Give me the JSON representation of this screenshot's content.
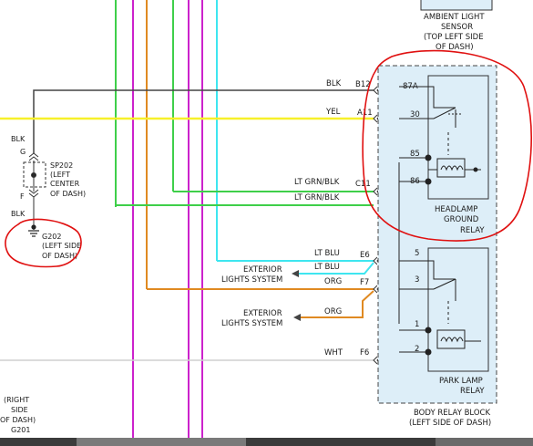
{
  "ambient_sensor": {
    "line1": "AMBIENT LIGHT",
    "line2": "SENSOR",
    "line3": "(TOP LEFT SIDE",
    "line4": "OF DASH)"
  },
  "splice": {
    "wire_top": "BLK",
    "pin_top": "G",
    "pin_bottom": "F",
    "wire_bottom": "BLK",
    "line1": "SP202",
    "line2": "(LEFT",
    "line3": "CENTER",
    "line4": "OF DASH)"
  },
  "ground_g202": {
    "line1": "G202",
    "line2": "(LEFT SIDE",
    "line3": "OF DASH)"
  },
  "ground_g201": {
    "line1": "(RIGHT",
    "line2": "SIDE",
    "line3": "OF DASH)",
    "line4": "G201"
  },
  "wires": {
    "blk": "BLK",
    "yel": "YEL",
    "lt_grn_blk_1": "LT GRN/BLK",
    "lt_grn_blk_2": "LT GRN/BLK",
    "lt_blu_1": "LT BLU",
    "lt_blu_2": "LT BLU",
    "org_1": "ORG",
    "org_2": "ORG",
    "wht": "WHT"
  },
  "connectors": {
    "b12": "B12",
    "a11": "A11",
    "c11": "C11",
    "e6": "E6",
    "f7": "F7",
    "f6": "F6"
  },
  "exterior_1": {
    "line1": "EXTERIOR",
    "line2": "LIGHTS SYSTEM"
  },
  "exterior_2": {
    "line1": "EXTERIOR",
    "line2": "LIGHTS SYSTEM"
  },
  "headlamp_relay": {
    "pins": {
      "p87a": "87A",
      "p30": "30",
      "p85": "85",
      "p86": "86"
    },
    "line1": "HEADLAMP",
    "line2": "GROUND",
    "line3": "RELAY"
  },
  "park_relay": {
    "pins": {
      "p5": "5",
      "p3": "3",
      "p1": "1",
      "p2": "2"
    },
    "line1": "PARK LAMP",
    "line2": "RELAY"
  },
  "relay_block": {
    "line1": "BODY RELAY BLOCK",
    "line2": "(LEFT SIDE OF DASH)"
  },
  "colors": {
    "green": "#3fcf4a",
    "magenta": "#cc22cc",
    "cyan": "#3ee6f0",
    "orange": "#e08a22",
    "yellow": "#f7f02a",
    "black": "#333333",
    "gray": "#cfcfcf",
    "block_fill": "#ddeef8",
    "annotation_red": "#e01010"
  }
}
